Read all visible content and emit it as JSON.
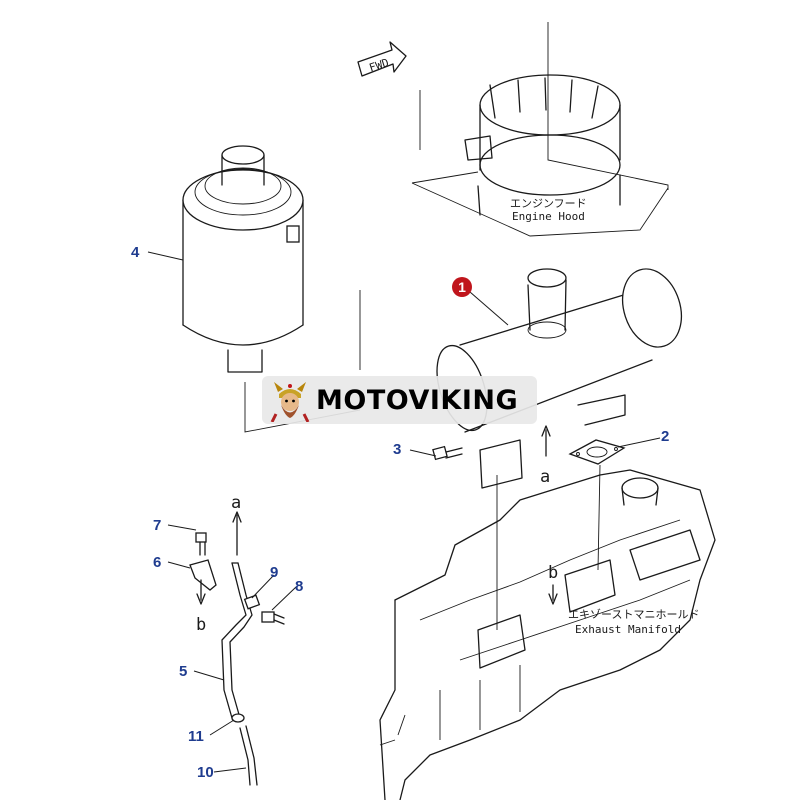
{
  "watermark": {
    "text": "MOTOVIKING"
  },
  "direction": {
    "label": "FWD"
  },
  "labels": {
    "engine_hood_jp": "エンジンフード",
    "engine_hood_en": "Engine Hood",
    "exhaust_manifold_jp": "エキゾーストマニホールド",
    "exhaust_manifold_en": "Exhaust Manifold"
  },
  "references": {
    "a": "a",
    "b": "b"
  },
  "callouts": [
    "1",
    "2",
    "3",
    "4",
    "5",
    "6",
    "7",
    "8",
    "9",
    "10",
    "11"
  ],
  "colors": {
    "callout_blue": "#1f3c8f",
    "callout_red": "#c0151c",
    "watermark_bg": "#e8e8e8"
  }
}
